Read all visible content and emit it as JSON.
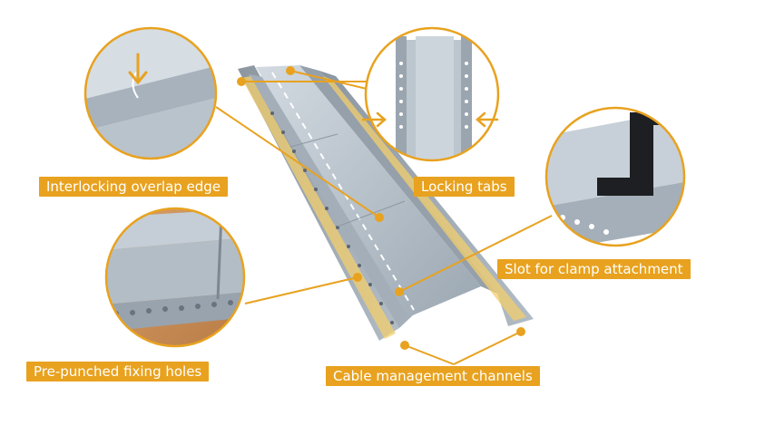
{
  "colors": {
    "accent": "#e8a21f",
    "metal_light": "#c9d1d9",
    "metal_mid": "#a9b4be",
    "metal_dark": "#7d8893",
    "wood": "#c98c55",
    "clamp": "#1e1f22"
  },
  "labels": {
    "overlap_edge": "Interlocking overlap edge",
    "locking_tabs": "Locking tabs",
    "clamp_slot": "Slot for clamp attachment",
    "fixing_holes": "Pre-punched fixing holes",
    "cable_channels": "Cable management channels"
  }
}
